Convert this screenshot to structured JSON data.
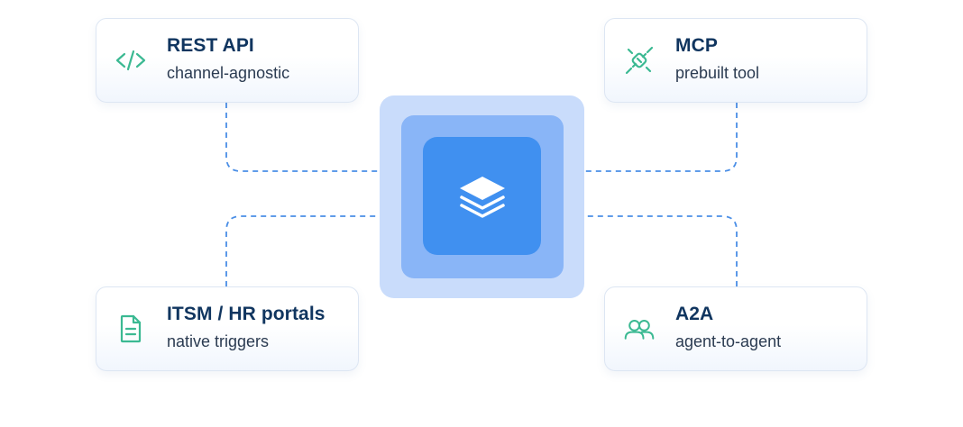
{
  "hub": {
    "icon": "stacked-layers-icon",
    "colors": {
      "outer": "#c9dcfb",
      "middle": "#89b5f7",
      "inner": "#4090f0"
    }
  },
  "cards": {
    "rest_api": {
      "title": "REST API",
      "subtitle": "channel-agnostic",
      "icon": "code-brackets-icon"
    },
    "mcp": {
      "title": "MCP",
      "subtitle": "prebuilt tool",
      "icon": "plug-connector-icon"
    },
    "itsm": {
      "title": "ITSM / HR portals",
      "subtitle": "native triggers",
      "icon": "document-icon"
    },
    "a2a": {
      "title": "A2A",
      "subtitle": "agent-to-agent",
      "icon": "users-icon"
    }
  },
  "colors": {
    "accent_icon": "#3bb992",
    "title_text": "#10355f",
    "subtitle_text": "#2b3b51",
    "connector_line": "#4a8ee6"
  }
}
